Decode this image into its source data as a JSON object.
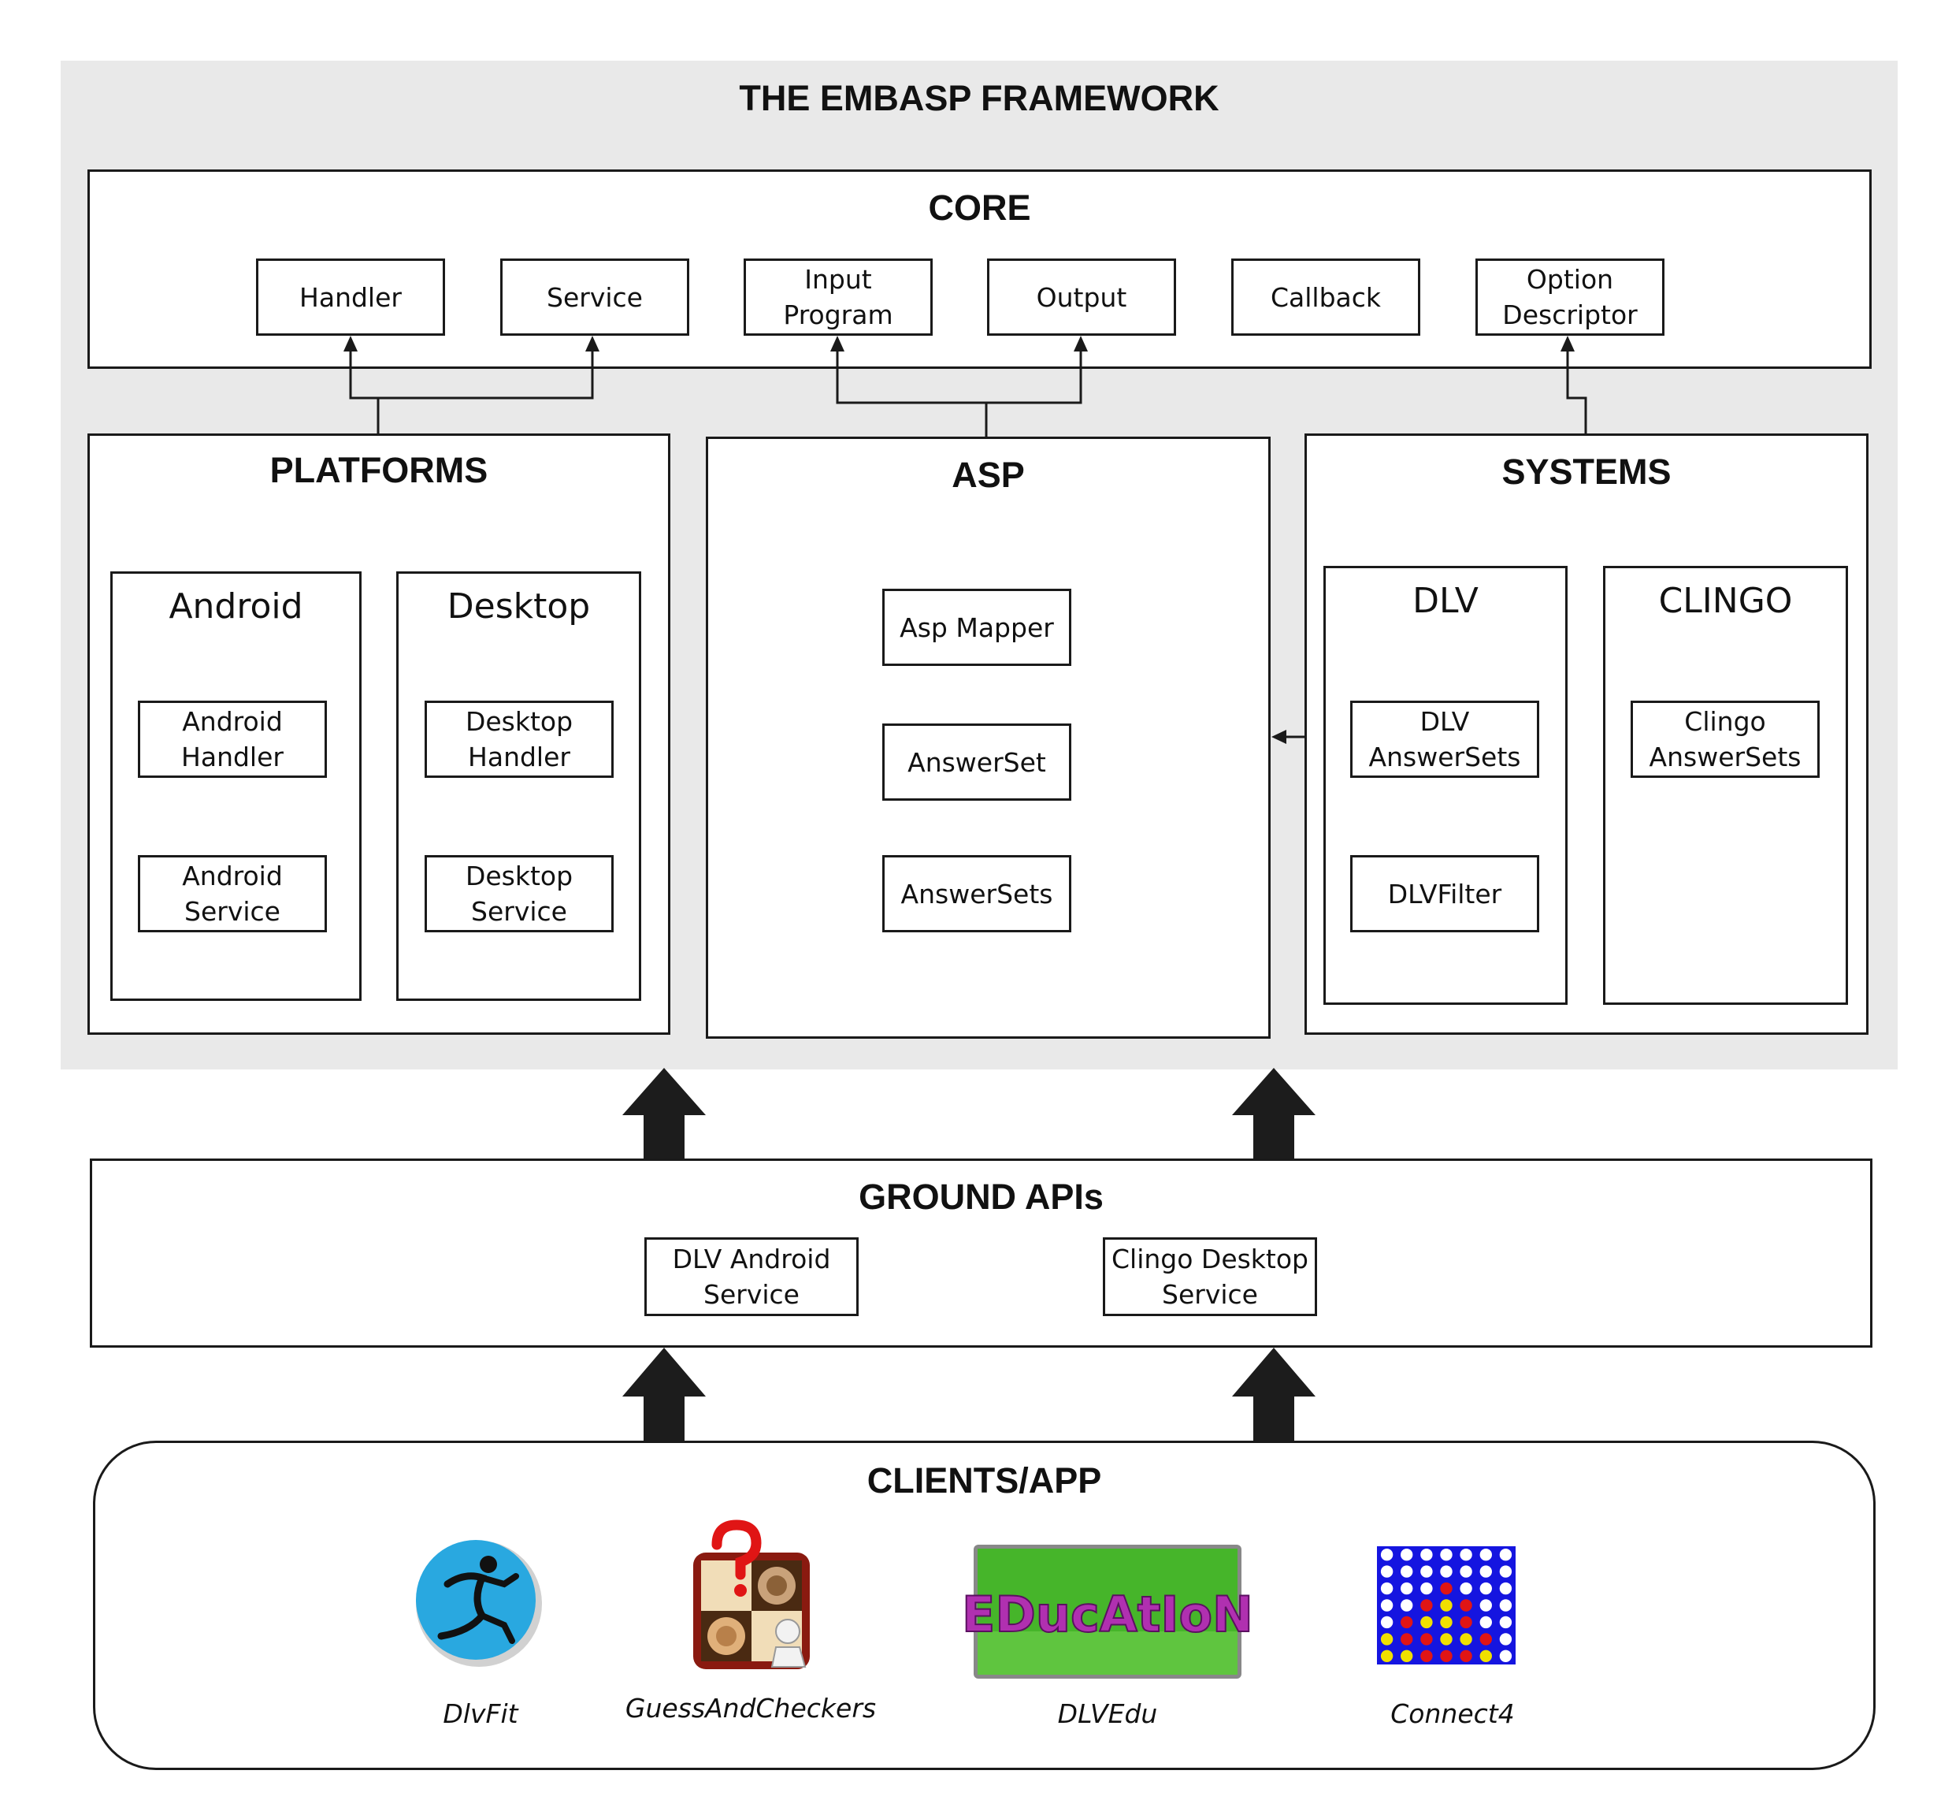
{
  "framework": {
    "title": "THE EMBASP FRAMEWORK",
    "core": {
      "title": "CORE",
      "items": [
        "Handler",
        "Service",
        "Input\nProgram",
        "Output",
        "Callback",
        "Option\nDescriptor"
      ]
    },
    "platforms": {
      "title": "PLATFORMS",
      "android": {
        "title": "Android",
        "items": [
          "Android\nHandler",
          "Android\nService"
        ]
      },
      "desktop": {
        "title": "Desktop",
        "items": [
          "Desktop\nHandler",
          "Desktop\nService"
        ]
      }
    },
    "asp": {
      "title": "ASP",
      "items": [
        "Asp Mapper",
        "AnswerSet",
        "AnswerSets"
      ]
    },
    "systems": {
      "title": "SYSTEMS",
      "dlv": {
        "title": "DLV",
        "items": [
          "DLV\nAnswerSets",
          "DLVFilter"
        ]
      },
      "clingo": {
        "title": "CLINGO",
        "items": [
          "Clingo\nAnswerSets"
        ]
      }
    }
  },
  "ground_apis": {
    "title": "GROUND APIs",
    "items": [
      "DLV Android\nService",
      "Clingo Desktop\nService"
    ]
  },
  "clients": {
    "title": "CLIENTS/APP",
    "apps": [
      {
        "label": "DlvFit",
        "icon": "dlvfit-icon"
      },
      {
        "label": "GuessAndCheckers",
        "icon": "guessandcheckers-icon"
      },
      {
        "label": "DLVEdu",
        "icon": "dlvedu-icon",
        "logo_text": "EDucAtIoN"
      },
      {
        "label": "Connect4",
        "icon": "connect4-icon"
      }
    ]
  },
  "colors": {
    "frame": "#e9e9e9",
    "border": "#1a1a1a",
    "dlvfit_blue": "#29a8e0",
    "connect4_blue": "#1515e0",
    "connect4_red": "#e01515",
    "connect4_yellow": "#f0e000",
    "dlvedu_green": "#46b52a"
  }
}
